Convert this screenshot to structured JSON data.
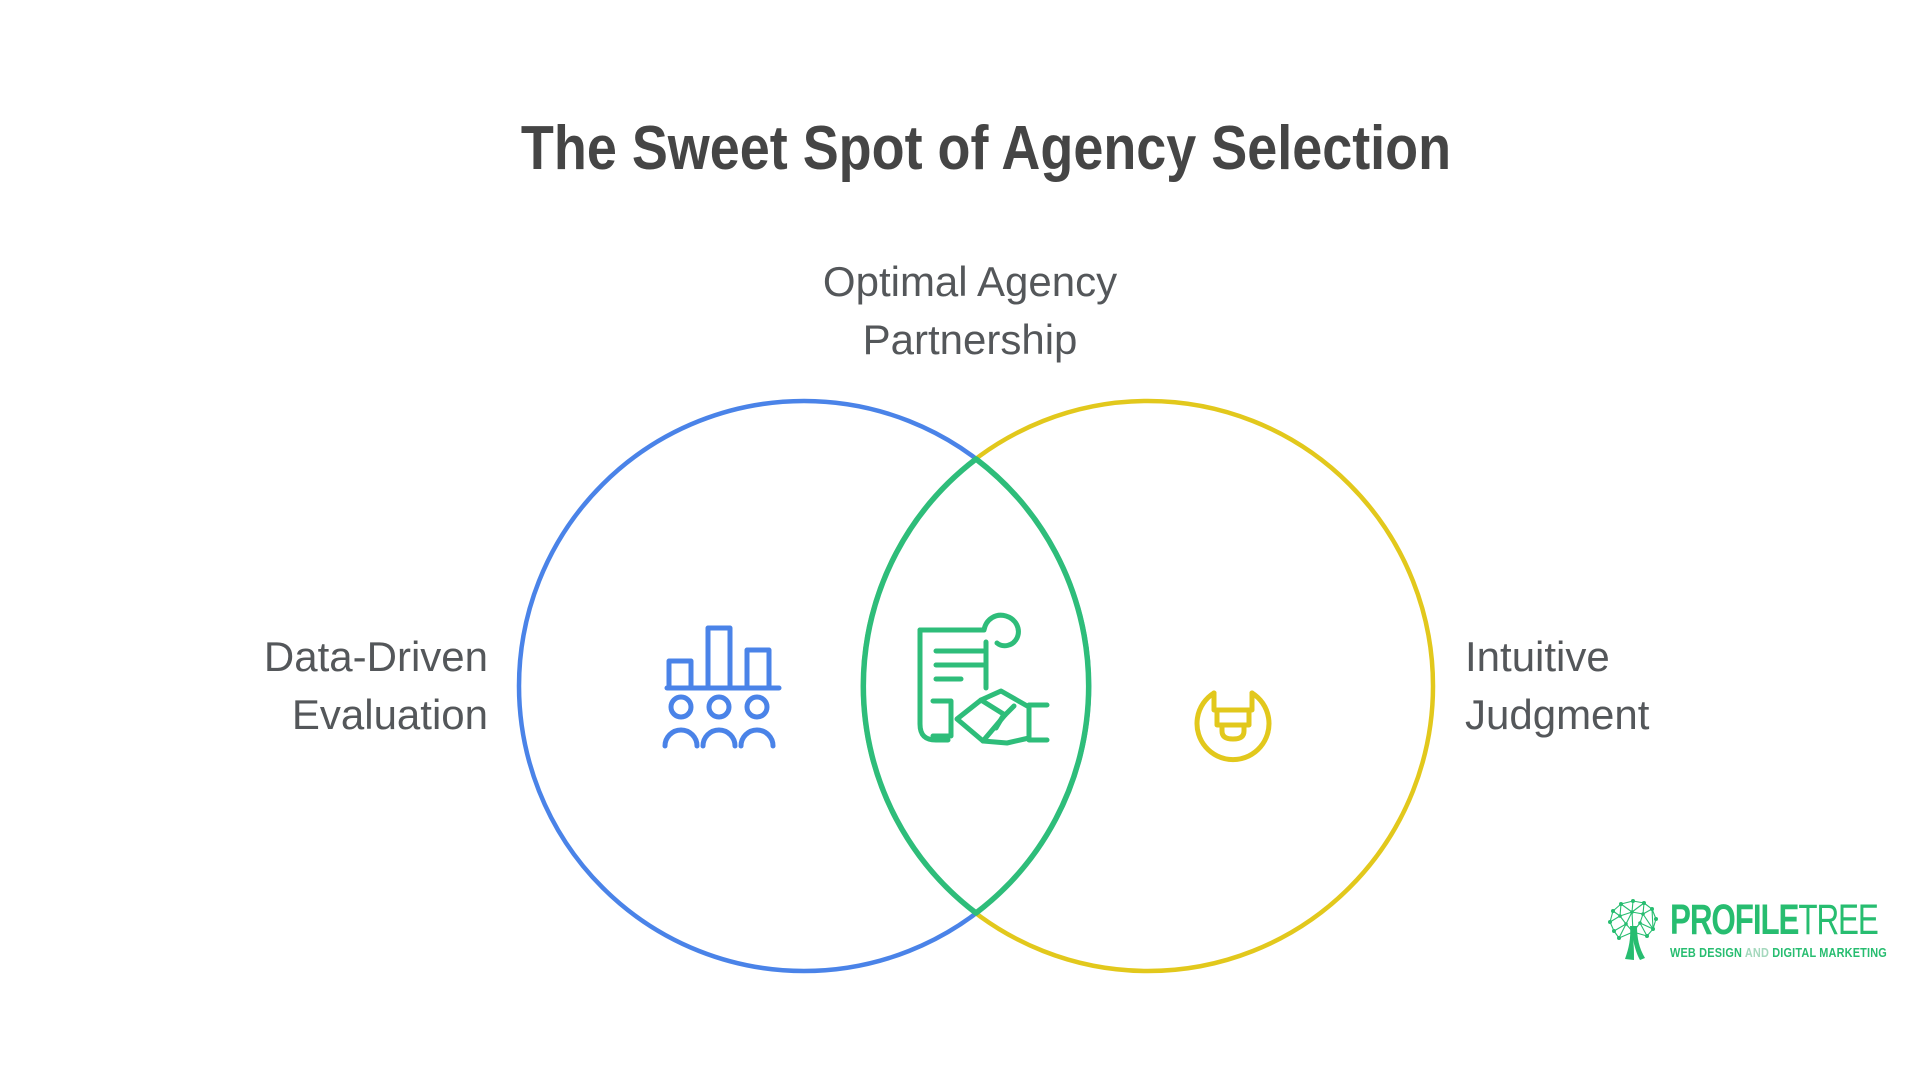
{
  "title": "The Sweet Spot of Agency Selection",
  "venn": {
    "center_label": {
      "line1": "Optimal Agency",
      "line2": "Partnership"
    },
    "left_label": {
      "line1": "Data-Driven",
      "line2": "Evaluation"
    },
    "right_label": {
      "line1": "Intuitive",
      "line2": "Judgment"
    },
    "colors": {
      "left_circle": "#4a83e8",
      "right_circle": "#e2c81c",
      "overlap": "#2ebd7a",
      "title_text": "#454545",
      "label_text": "#54575a"
    },
    "icons": {
      "left": "bar-chart-team-icon",
      "center": "contract-handshake-icon",
      "right": "lightbulb-icon"
    }
  },
  "logo": {
    "brand_part1": "PROFILE",
    "brand_part2": "TREE",
    "tagline_part1": "WEB DESIGN",
    "tagline_and": "AND",
    "tagline_part2": "DIGITAL MARKETING",
    "color": "#27bd70",
    "tagline_and_color": "#a5d8bd"
  }
}
